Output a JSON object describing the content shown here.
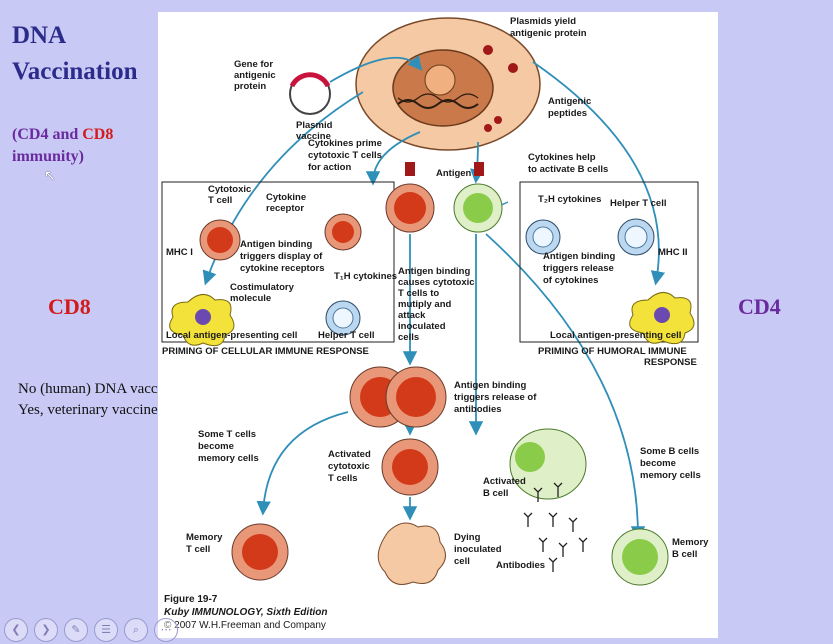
{
  "slide": {
    "title_line1": "DNA",
    "title_line2": "Vaccination",
    "subtitle_open": "(",
    "subtitle_cd4": "CD4",
    "subtitle_and": " and ",
    "subtitle_cd8": "CD8",
    "subtitle_close": "immunity)",
    "cd8_label": "CD8",
    "cd4_label": "CD4",
    "note_line1": "No (human) DNA vaccines on market",
    "note_line2": "Yes, veterinary vaccines"
  },
  "figure": {
    "labels": {
      "plasmids_yield1": "Plasmids yield",
      "plasmids_yield2": "antigenic protein",
      "gene1": "Gene for",
      "gene2": "antigenic",
      "gene3": "protein",
      "plasmid1": "Plasmid",
      "plasmid2": "vaccine",
      "antigenic_peptides1": "Antigenic",
      "antigenic_peptides2": "peptides",
      "cytokines_prime1": "Cytokines prime",
      "cytokines_prime2": "cytotoxic T cells",
      "cytokines_prime3": "for action",
      "antigen": "Antigen",
      "cytokines_help1": "Cytokines help",
      "cytokines_help2": "to activate B cells",
      "cytotoxic_t1": "Cytotoxic",
      "cytotoxic_t2": "T cell",
      "cytokine_receptor1": "Cytokine",
      "cytokine_receptor2": "receptor",
      "th2_cytokines": "T₂H cytokines",
      "helper_t_right": "Helper T cell",
      "mhc1": "MHC I",
      "mhc2": "MHC II",
      "ab_display1": "Antigen binding",
      "ab_display2": "triggers display of",
      "ab_display3": "cytokine receptors",
      "th1_cytokines": "T₁H cytokines",
      "costim1": "Costimulatory",
      "costim2": "molecule",
      "ab_causes1": "Antigen binding",
      "ab_causes2": "causes cytotoxic",
      "ab_causes3": "T cells to",
      "ab_causes4": "mutiply and",
      "ab_causes5": "attack",
      "ab_causes6": "inoculated",
      "ab_causes7": "cells",
      "ab_release1": "Antigen binding",
      "ab_release2": "triggers release",
      "ab_release3": "of cytokines",
      "local_apc_left": "Local antigen-presenting cell",
      "helper_t_left": "Helper T cell",
      "local_apc_right": "Local antigen-presenting cell",
      "priming_cellular": "PRIMING OF CELLULAR IMMUNE RESPONSE",
      "priming_humoral1": "PRIMING OF HUMORAL IMMUNE",
      "priming_humoral2": "RESPONSE",
      "ab_antibodies1": "Antigen binding",
      "ab_antibodies2": "triggers release of",
      "ab_antibodies3": "antibodies",
      "some_t1": "Some T cells",
      "some_t2": "become",
      "some_t3": "memory cells",
      "activated_ct1": "Activated",
      "activated_ct2": "cytotoxic",
      "activated_ct3": "T cells",
      "activated_b1": "Activated",
      "activated_b2": "B cell",
      "some_b1": "Some B cells",
      "some_b2": "become",
      "some_b3": "memory cells",
      "memory_t1": "Memory",
      "memory_t2": "T cell",
      "dying1": "Dying",
      "dying2": "inoculated",
      "dying3": "cell",
      "antibodies": "Antibodies",
      "memory_b1": "Memory",
      "memory_b2": "B cell"
    },
    "caption": {
      "figure_no": "Figure 19-7",
      "book": "Kuby IMMUNOLOGY, Sixth Edition",
      "copyright": "© 2007 W.H.Freeman and Company"
    }
  },
  "colors": {
    "background": "#c9c9f5",
    "title": "#2b2b8c",
    "cd4": "#6a2b9e",
    "cd8": "#d21b1b",
    "arrow": "#2f8fb8",
    "t_cell_outer": "#e89878",
    "t_cell_nucleus": "#d23a1a",
    "b_cell": "#bfe0a0",
    "helper_cell": "#bcd8f0",
    "apc": "#f2e23a"
  },
  "nav_icons": [
    "prev-icon",
    "next-icon",
    "pen-icon",
    "menu-icon",
    "zoom-icon",
    "more-icon"
  ]
}
